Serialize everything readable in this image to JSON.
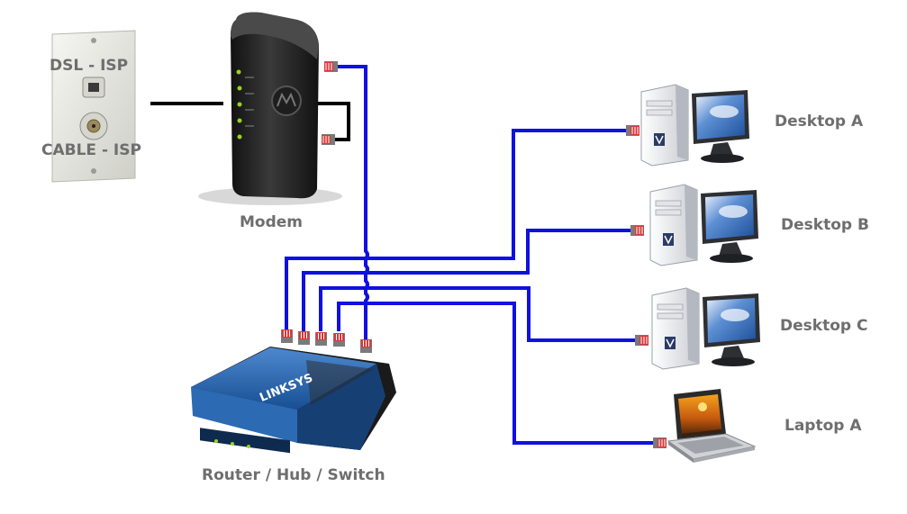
{
  "labels": {
    "dsl": "DSL - ISP",
    "cable": "CABLE - ISP",
    "modem": "Modem",
    "router": "Router / Hub / Switch",
    "desktop_a": "Desktop A",
    "desktop_b": "Desktop B",
    "desktop_c": "Desktop C",
    "laptop_a": "Laptop A"
  },
  "colors": {
    "cable_blue": "#1010e0",
    "cable_black": "#000000",
    "connector_red": "#d63a3a",
    "connector_gray": "#7a7a7a",
    "label_gray": "#6e6e6e",
    "router_blue": "#1f5ea8"
  },
  "icons": {
    "wall_plate": "wall-jack-icon",
    "modem": "cable-modem-icon",
    "router": "linksys-router-icon",
    "desktop": "desktop-computer-icon",
    "laptop": "laptop-icon"
  }
}
